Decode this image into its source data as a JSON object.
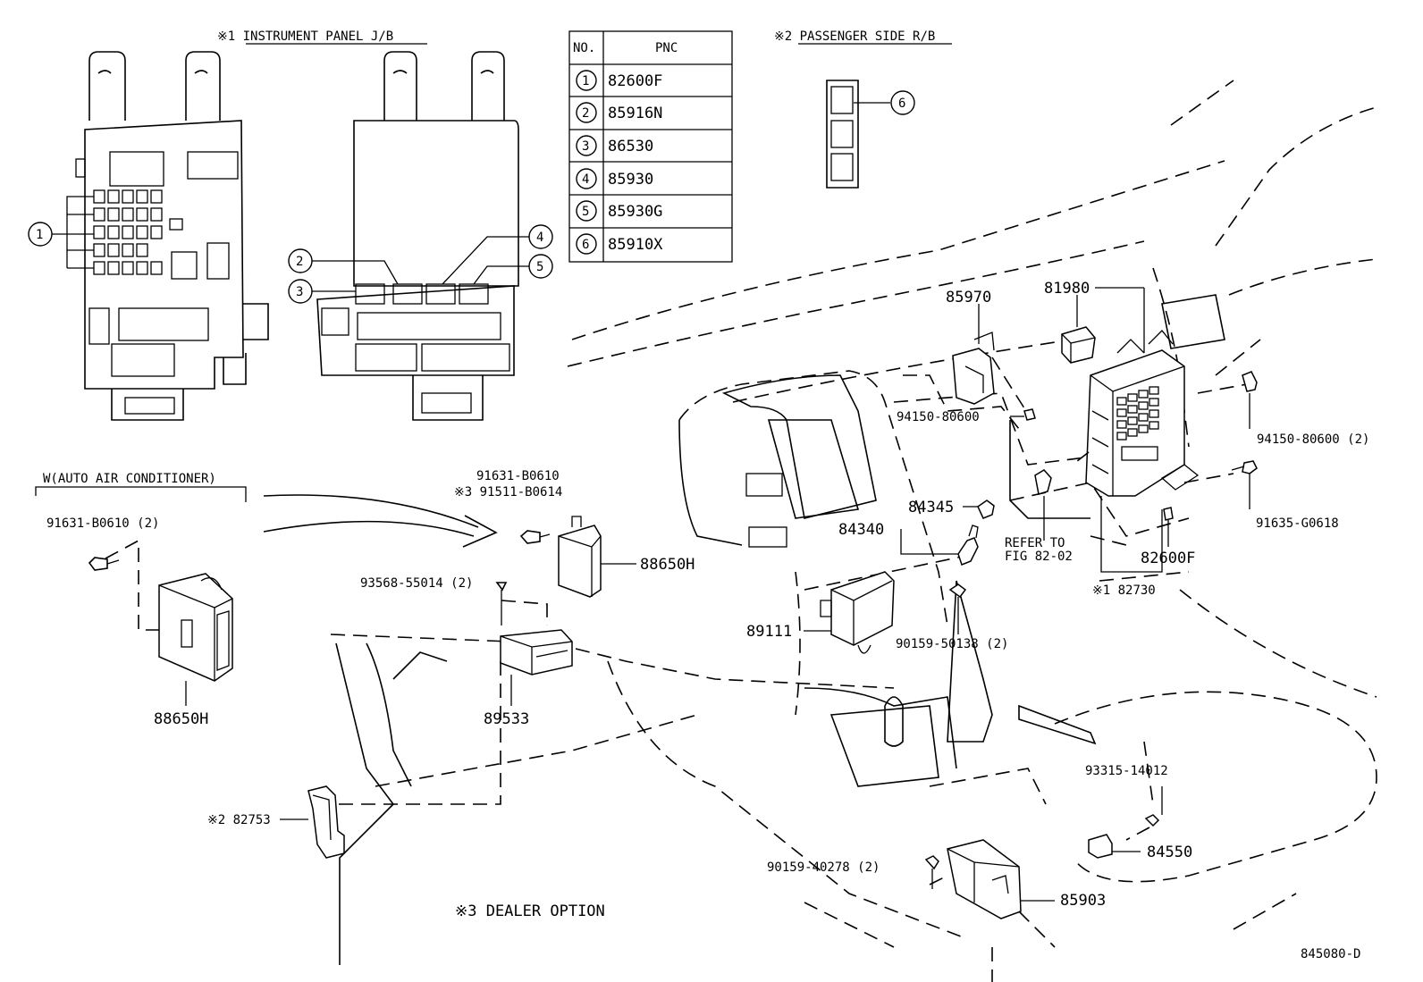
{
  "titles": {
    "instrument_panel_jb": "※1 INSTRUMENT PANEL J/B",
    "passenger_side_rb": "※2 PASSENGER SIDE R/B",
    "auto_air_conditioner": "W(AUTO AIR CONDITIONER)",
    "dealer_option": "※3  DEALER OPTION",
    "figure_code": "845080-D"
  },
  "pnc_table": {
    "header_no": "NO.",
    "header_pnc": "PNC",
    "rows": [
      {
        "no": "1",
        "pnc": "82600F"
      },
      {
        "no": "2",
        "pnc": "85916N"
      },
      {
        "no": "3",
        "pnc": "86530"
      },
      {
        "no": "4",
        "pnc": "85930"
      },
      {
        "no": "5",
        "pnc": "85930G"
      },
      {
        "no": "6",
        "pnc": "85910X"
      }
    ]
  },
  "callouts": {
    "c1": "1",
    "c2": "2",
    "c3": "3",
    "c4": "4",
    "c5": "5",
    "c6": "6"
  },
  "parts": {
    "p91631_b0610_2": "91631-B0610 (2)",
    "p88650h_left": "88650H",
    "p91631_b0610": "91631-B0610",
    "p91511_b0614": "※3 91511-B0614",
    "p88650h": "88650H",
    "p93568_55014": "93568-55014 (2)",
    "p89533": "89533",
    "p82753": "※2 82753",
    "p85970": "85970",
    "p81980": "81980",
    "p94150_80600": "94150-80600",
    "p94150_80600_2": "94150-80600 (2)",
    "p91635_g0618": "91635-G0618",
    "p84345": "84345",
    "p84340": "84340",
    "refer_to": "REFER TO",
    "fig": "FIG 82-02",
    "p82600f": "82600F",
    "p82730": "※1 82730",
    "p89111": "89111",
    "p90159_50138": "90159-50138 (2)",
    "p93315_14012": "93315-14012",
    "p84550": "84550",
    "p90159_40278": "90159-40278 (2)",
    "p85903": "85903"
  }
}
